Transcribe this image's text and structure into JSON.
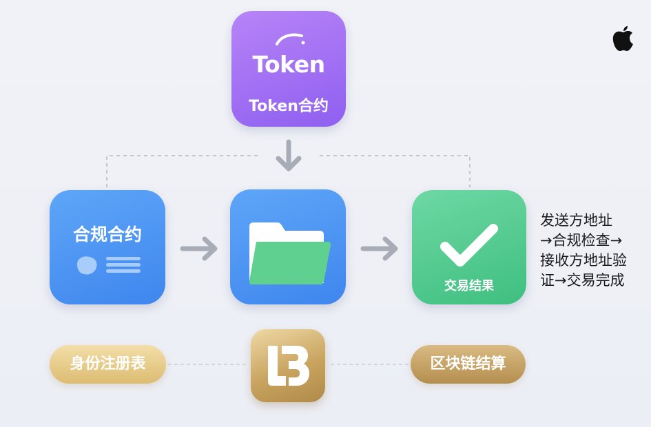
{
  "top": {
    "logo_text": "Token",
    "label": "Token合约"
  },
  "middle": {
    "compliance_label": "合规合约",
    "result_label": "交易结果"
  },
  "side_note": {
    "lines": [
      "发送方地址",
      "→合规检查→",
      "接收方地址验",
      "证→交易完成"
    ]
  },
  "bottom": {
    "identity_label": "身份注册表",
    "settlement_label": "区块链结算"
  },
  "icons": {
    "corner": "apple-icon",
    "center": "folder-icon",
    "result": "checkmark-icon",
    "bottom_center": "lb-logo-icon"
  },
  "colors": {
    "token_purple": "#9b6cf3",
    "tile_blue": "#4a90f0",
    "tile_green": "#4cc98a",
    "gold": "#d4b06a",
    "arrow_gray": "#a7acb6"
  }
}
